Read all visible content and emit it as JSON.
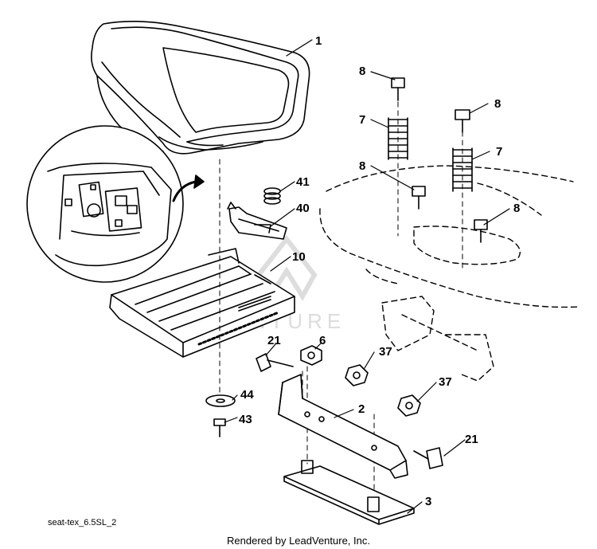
{
  "diagram": {
    "drawing_id": "seat-tex_6.5SL_2",
    "render_credit": "Rendered by LeadVenture, Inc.",
    "watermark": "VENTURE",
    "colors": {
      "line": "#000000",
      "background": "#ffffff",
      "watermark": "#d9d9d9"
    },
    "callouts": [
      {
        "part": "1",
        "text": "1"
      },
      {
        "part": "8a",
        "text": "8"
      },
      {
        "part": "8b",
        "text": "8"
      },
      {
        "part": "8c",
        "text": "8"
      },
      {
        "part": "8d",
        "text": "8"
      },
      {
        "part": "7a",
        "text": "7"
      },
      {
        "part": "7b",
        "text": "7"
      },
      {
        "part": "41",
        "text": "41"
      },
      {
        "part": "40",
        "text": "40"
      },
      {
        "part": "10",
        "text": "10"
      },
      {
        "part": "21a",
        "text": "21"
      },
      {
        "part": "6",
        "text": "6"
      },
      {
        "part": "37a",
        "text": "37"
      },
      {
        "part": "37b",
        "text": "37"
      },
      {
        "part": "44",
        "text": "44"
      },
      {
        "part": "2",
        "text": "2"
      },
      {
        "part": "43",
        "text": "43"
      },
      {
        "part": "21b",
        "text": "21"
      },
      {
        "part": "3",
        "text": "3"
      }
    ]
  }
}
